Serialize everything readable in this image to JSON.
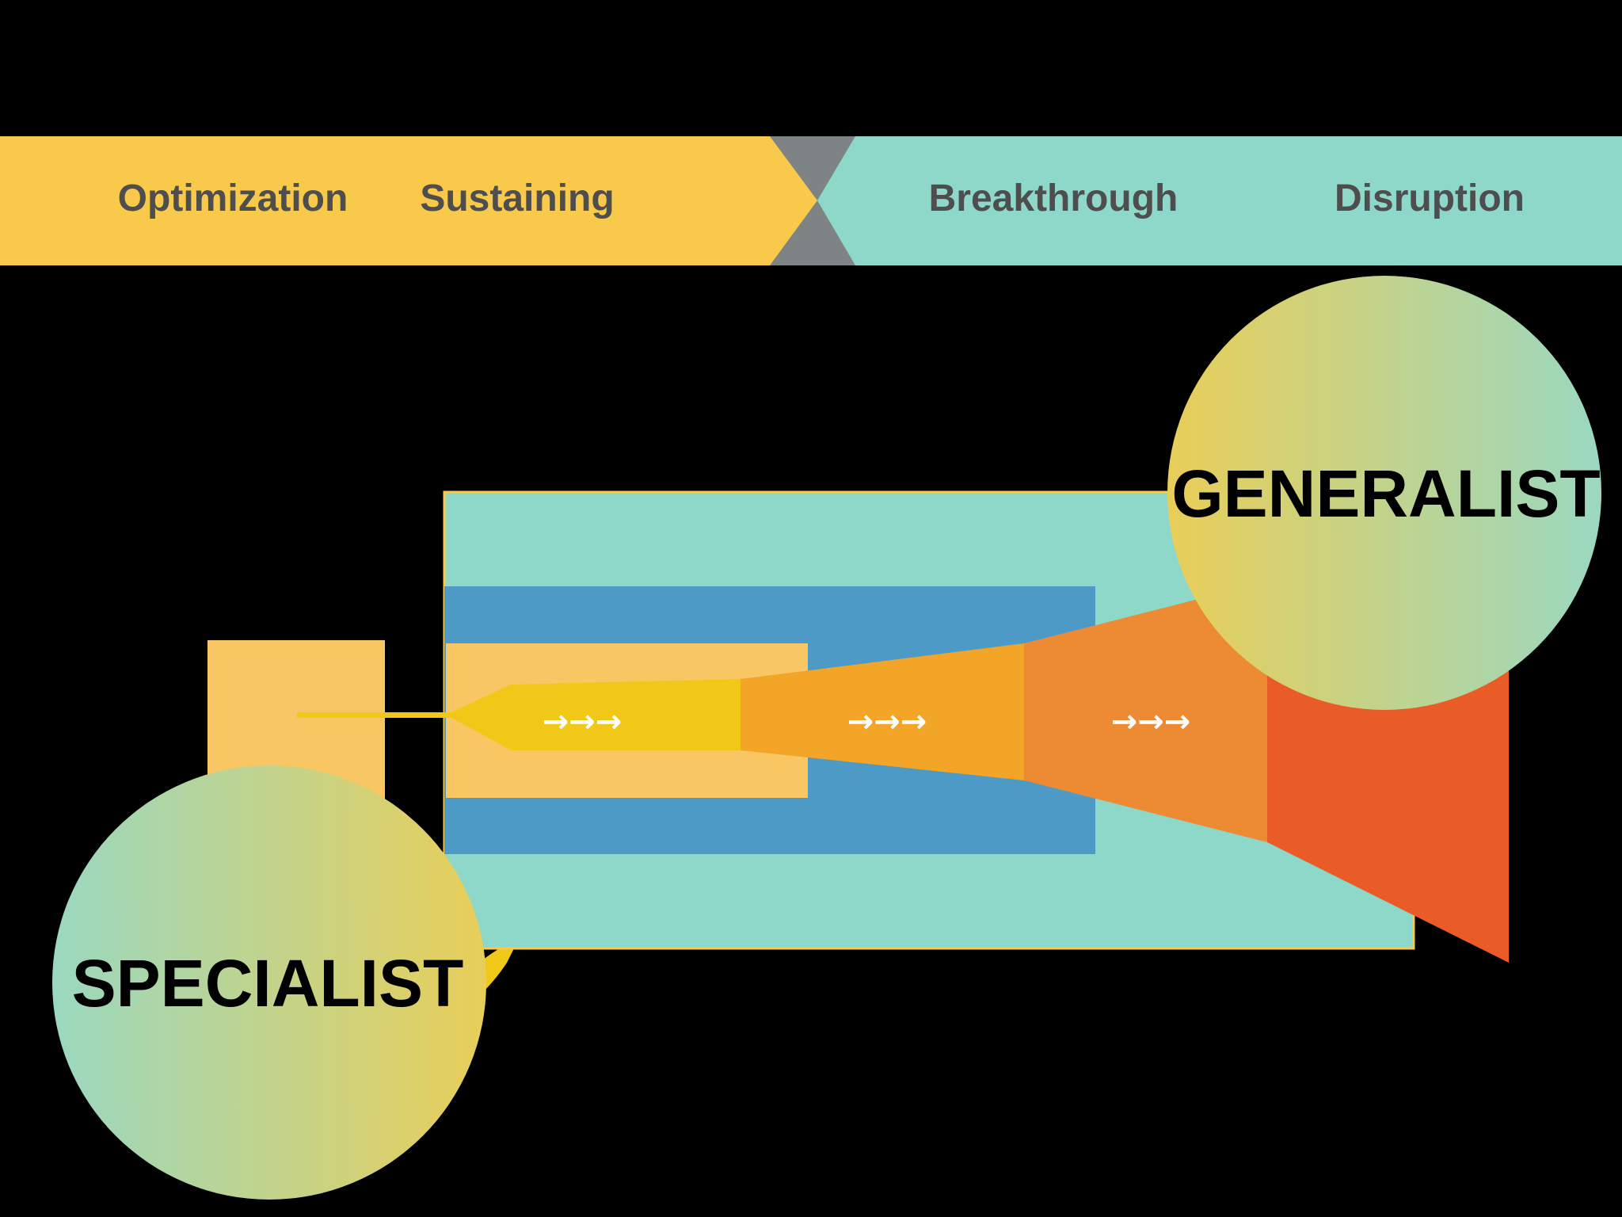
{
  "band": {
    "left_labels": [
      "Optimization",
      "Sustaining"
    ],
    "right_labels": [
      "Breakthrough",
      "Disruption"
    ]
  },
  "roles": {
    "specialist": "SPECIALIST",
    "generalist": "GENERALIST"
  },
  "arrow_glyph": "→→→",
  "colors": {
    "background": "#000000",
    "band_left": "#F8C94A",
    "band_right": "#8ED8C9",
    "band_divider": "#7E8483",
    "band_text": "#4E4E4E",
    "outer_box": "#8ED8C9",
    "inner_box": "#4D9AC7",
    "small_box": "#F9C664",
    "funnel_1": "#F2C818",
    "funnel_2": "#F2A527",
    "funnel_3": "#EC8B33",
    "funnel_4": "#EA5C27",
    "circle_yellow": "#E9CE58",
    "circle_teal": "#9AD8C0",
    "label_text": "#000000",
    "arrow_text": "#FFFFFF"
  }
}
